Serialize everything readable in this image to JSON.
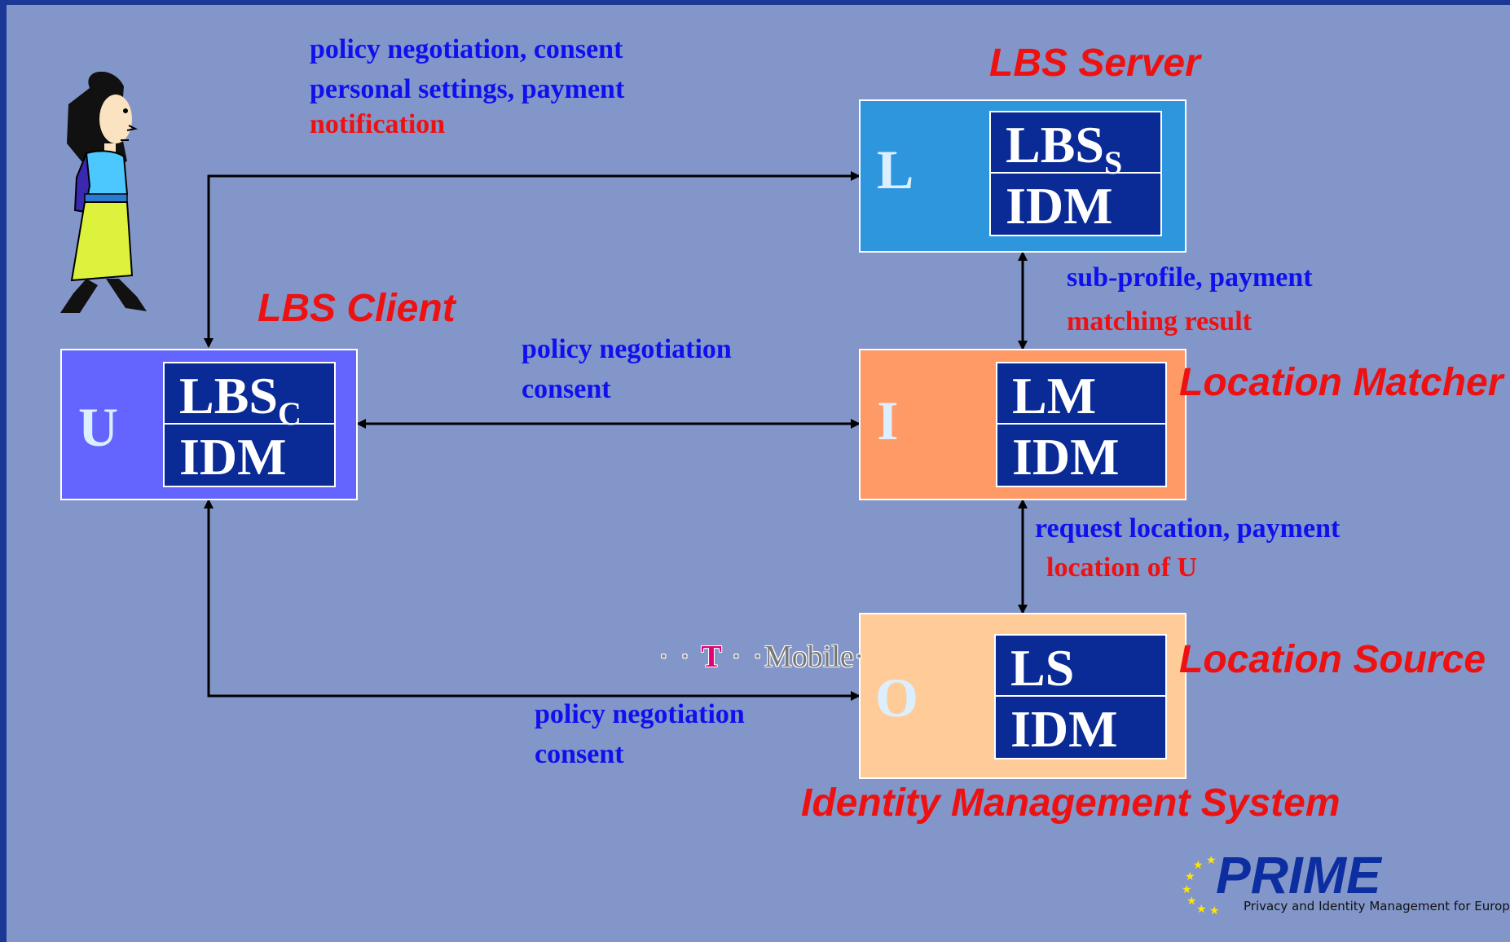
{
  "colors": {
    "background": "#8296c9",
    "box_L": "#2e96dc",
    "box_U": "#6464ff",
    "box_I": "#ff9966",
    "box_O": "#ffcc99",
    "inner": "#0a2a96",
    "request_text": "#1010ee",
    "response_text": "#ee1111"
  },
  "client": {
    "title": "LBS Client",
    "letter": "U",
    "component_main": "LBS",
    "component_sub": "C",
    "component_idm": "IDM"
  },
  "server": {
    "title": "LBS Server",
    "letter": "L",
    "component_main": "LBS",
    "component_sub": "S",
    "component_idm": "IDM"
  },
  "matcher": {
    "title": "Location Matcher",
    "letter": "I",
    "component_main": "LM",
    "component_idm": "IDM"
  },
  "source": {
    "title": "Location Source",
    "letter": "O",
    "component_main": "LS",
    "component_idm": "IDM"
  },
  "system_title": "Identity Management System",
  "flows": {
    "user_server": {
      "line1": "policy negotiation, consent",
      "line2": "personal settings, payment",
      "response": "notification"
    },
    "client_matcher": {
      "line1": "policy negotiation",
      "line2": "consent"
    },
    "server_matcher": {
      "request": "sub-profile, payment",
      "response": "matching result"
    },
    "matcher_source": {
      "request": "request location, payment",
      "response": "location of U"
    },
    "client_source": {
      "line1": "policy negotiation",
      "line2": "consent"
    }
  },
  "operator_logo": {
    "dots_left": "· · ",
    "t": "T",
    "dots_mid": " · ·",
    "word": "Mobile",
    "dots_right": "·"
  },
  "footer_logo": {
    "name": "PRIME",
    "subtitle": "Privacy and Identity Management for Europe",
    "icon": "eu-stars-icon"
  }
}
